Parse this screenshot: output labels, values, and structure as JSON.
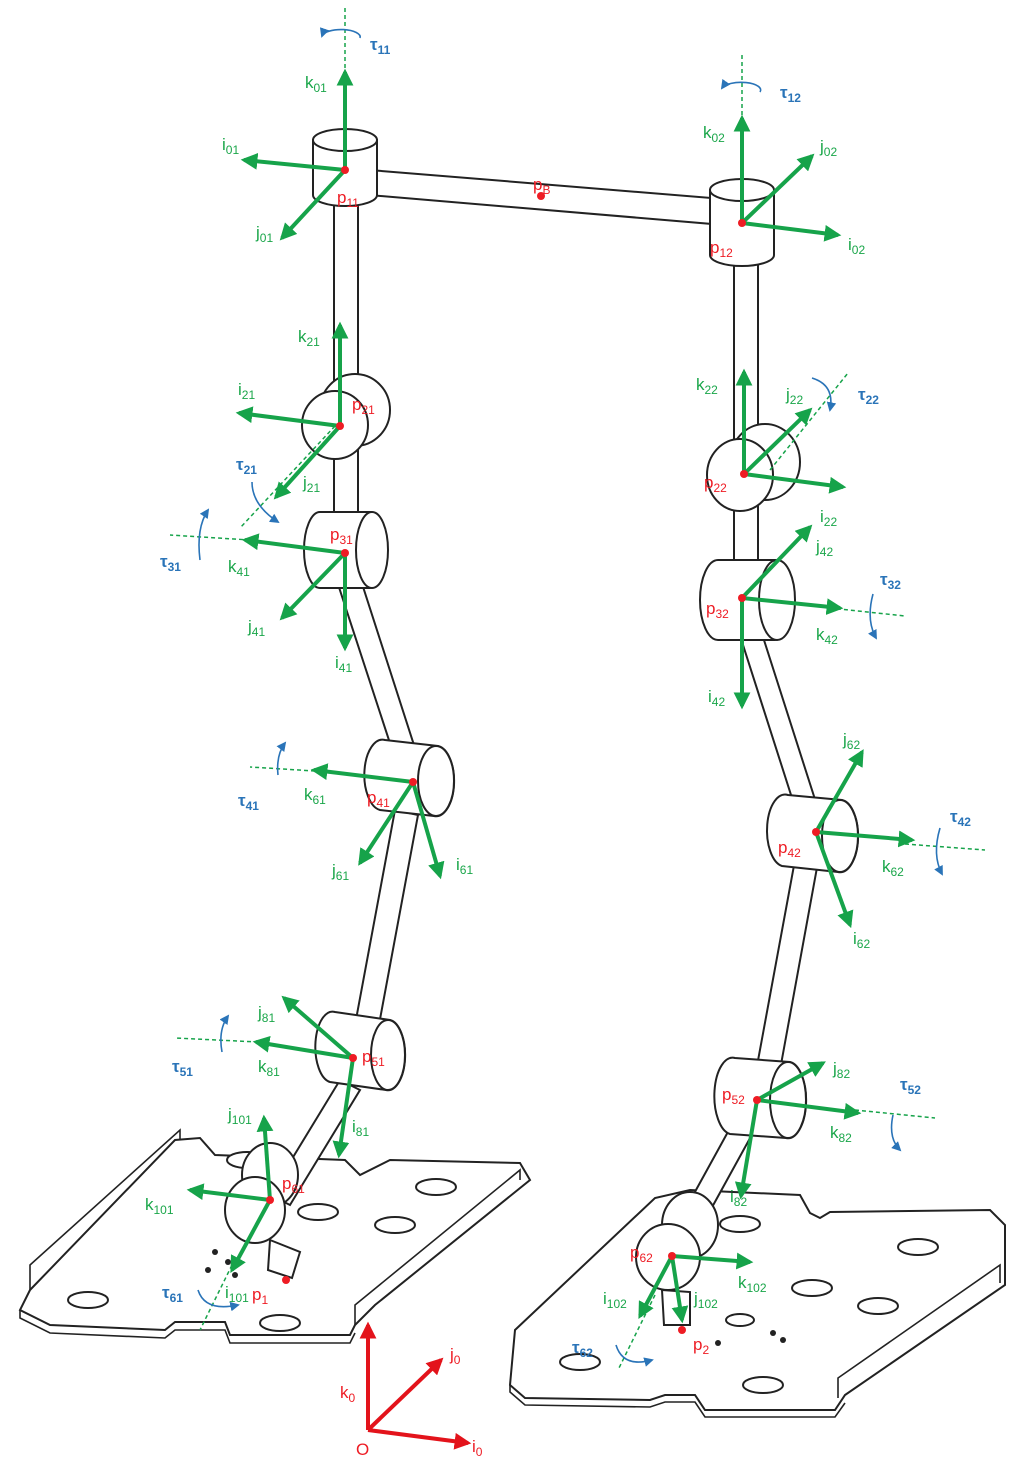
{
  "colors": {
    "axis": "#16a34a",
    "point": "#ee1c24",
    "torque": "#2a74b8",
    "world": "#e3131b",
    "line": "#222222"
  },
  "world": {
    "origin": "O",
    "i": "i0",
    "j": "j0",
    "k": "k0"
  },
  "points": [
    {
      "id": "pB",
      "label": "pB"
    },
    {
      "id": "p11",
      "label": "p11"
    },
    {
      "id": "p12",
      "label": "p12"
    },
    {
      "id": "p21",
      "label": "p21"
    },
    {
      "id": "p22",
      "label": "p22"
    },
    {
      "id": "p31",
      "label": "p31"
    },
    {
      "id": "p32",
      "label": "p32"
    },
    {
      "id": "p41",
      "label": "p41"
    },
    {
      "id": "p42",
      "label": "p42"
    },
    {
      "id": "p51",
      "label": "p51"
    },
    {
      "id": "p52",
      "label": "p52"
    },
    {
      "id": "p61",
      "label": "p61"
    },
    {
      "id": "p62",
      "label": "p62"
    },
    {
      "id": "p1",
      "label": "p1"
    },
    {
      "id": "p2",
      "label": "p2"
    }
  ],
  "axes": [
    "k01",
    "i01",
    "j01",
    "k02",
    "j02",
    "i02",
    "k21",
    "i21",
    "j21",
    "k22",
    "j22",
    "i22",
    "k41",
    "j41",
    "i41",
    "j42",
    "k42",
    "i42",
    "k61",
    "j61",
    "i61",
    "j62",
    "k62",
    "i62",
    "j81",
    "k81",
    "i81",
    "j82",
    "k82",
    "i82",
    "j101",
    "k101",
    "i101",
    "k102",
    "j102",
    "i102"
  ],
  "torques": [
    "τ11",
    "τ12",
    "τ21",
    "τ22",
    "τ31",
    "τ32",
    "τ41",
    "τ42",
    "τ51",
    "τ52",
    "τ61",
    "τ62"
  ]
}
